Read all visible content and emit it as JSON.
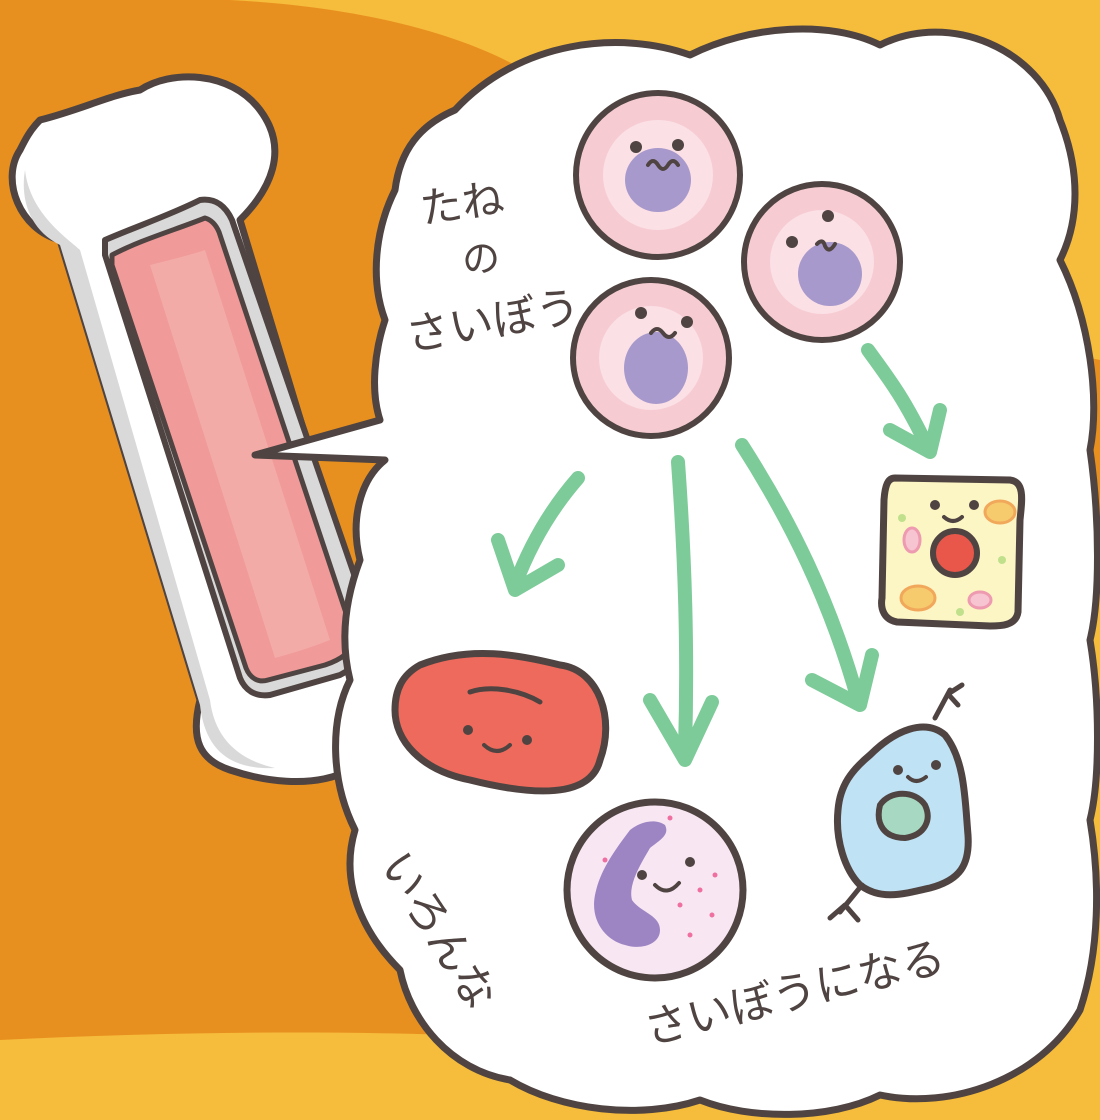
{
  "labels": {
    "stem_cell": [
      "たね",
      "の",
      "さいぼう"
    ],
    "result": [
      "いろんな",
      "さいぼうになる"
    ]
  },
  "colors": {
    "background_orange": "#e8901f",
    "background_yellow": "#f6bc3c",
    "outline": "#4f4441",
    "bone": "#ffffff",
    "bone_shadow": "#d9d9d9",
    "marrow": "#f09a9a",
    "stem_cell_body": "#f6ccd2",
    "stem_cell_nucleus": "#a899cc",
    "arrow": "#7ccb98",
    "red_blood_cell": "#ee6a5c",
    "white_blood_cell_body": "#f8e6f2",
    "white_blood_cell_nucleus": "#9d85c4",
    "fat_cell_body": "#fcf5c4",
    "fat_cell_nucleus": "#e9564a",
    "nerve_cell_body": "#bfe2f5",
    "nerve_cell_nucleus": "#a7d9c2"
  },
  "icons": [
    "bone-icon",
    "stem-cell-icon",
    "red-blood-cell-icon",
    "white-blood-cell-icon",
    "fat-cell-icon",
    "nerve-cell-icon",
    "arrow-icon"
  ]
}
